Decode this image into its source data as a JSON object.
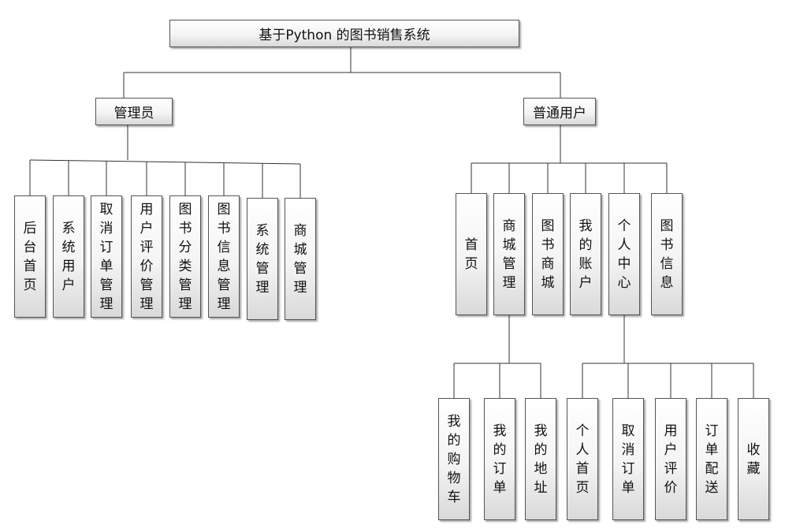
{
  "root": {
    "label": "基于Python 的图书销售系统"
  },
  "admin": {
    "label": "管理员",
    "children": [
      "后台首页",
      "系统用户",
      "取消订单管理",
      "用户评价管理",
      "图书分类管理",
      "图书信息管理",
      "系统管理",
      "商城管理"
    ]
  },
  "user": {
    "label": "普通用户",
    "children": [
      "首页",
      "商城管理",
      "图书商城",
      "我的账户",
      "个人中心",
      "图书信息"
    ],
    "mall": {
      "children": [
        "我的购物车",
        "我的订单",
        "我的地址"
      ]
    },
    "center": {
      "children": [
        "个人首页",
        "取消订单",
        "用户评价",
        "订单配送",
        "收藏"
      ]
    }
  },
  "colors": {
    "line": "#333333",
    "border": "#555555"
  }
}
